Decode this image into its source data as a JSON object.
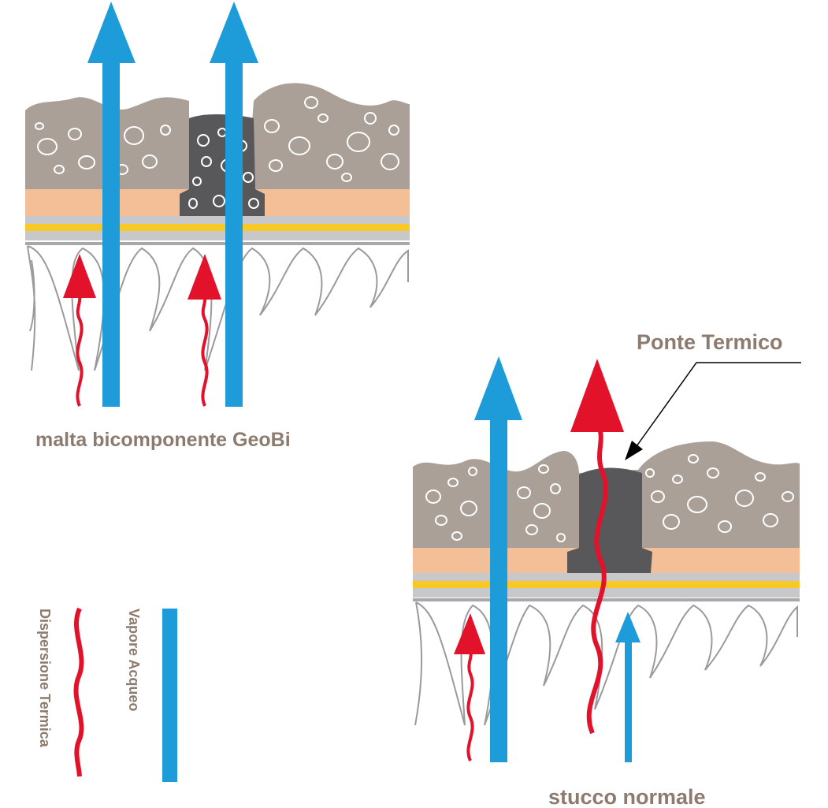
{
  "labels": {
    "top_caption": "malta bicomponente GeoBi",
    "bottom_caption": "stucco normale",
    "callout": "Ponte Termico",
    "legend_heat": "Dispersione Termica",
    "legend_vapor": "Vapore Acqueo"
  },
  "colors": {
    "vapor": "#1e9cd9",
    "heat": "#e2122a",
    "label_text": "#8c7b6e",
    "aggregate": "#aaa098",
    "dark_grout": "#58585a",
    "insulation": "#f4be96",
    "yellow_band": "#f8c825",
    "gray_band": "#c8c8ca"
  },
  "icons": {
    "vapor_arrow": "blue-up-arrow",
    "heat_arrow": "red-wavy-arrow"
  }
}
